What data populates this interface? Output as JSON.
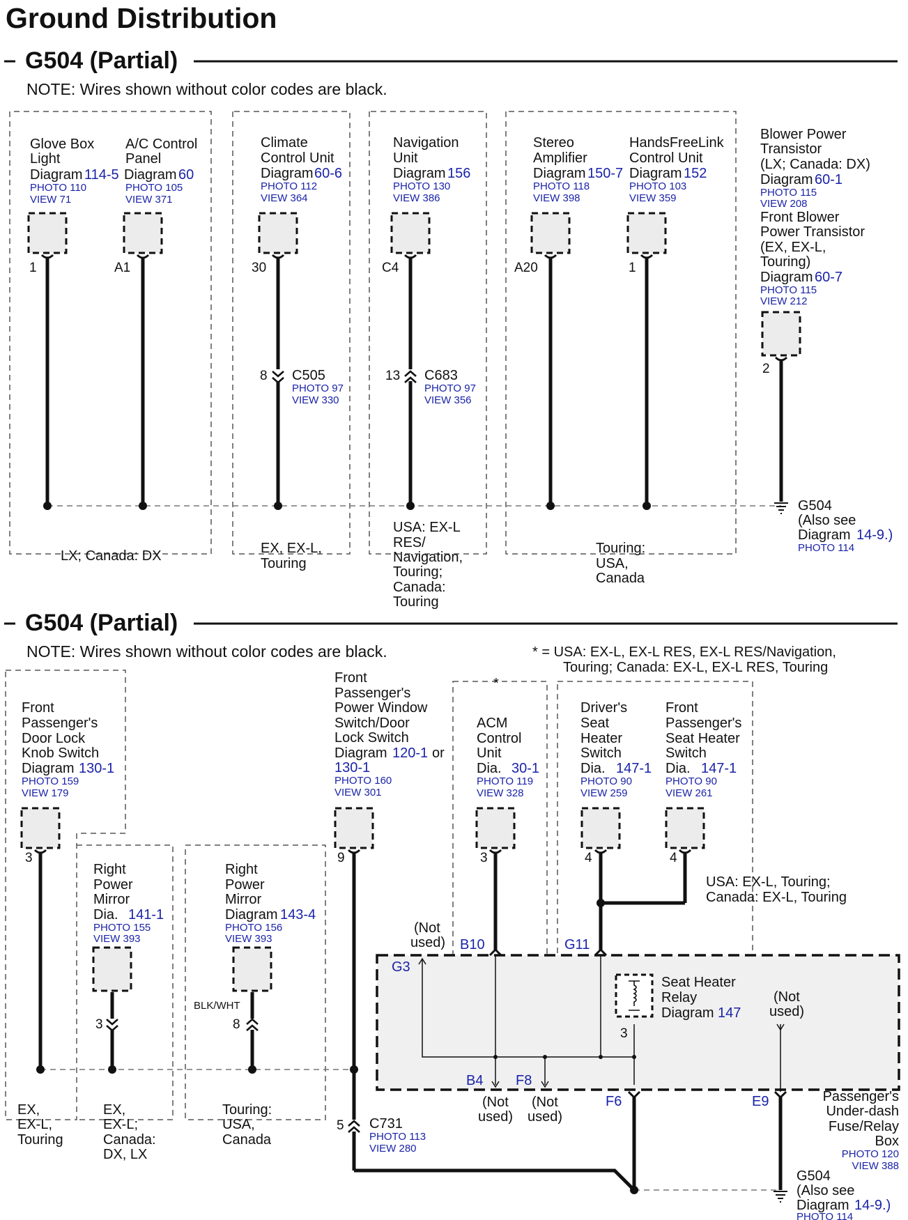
{
  "title": "Ground Distribution",
  "sections": [
    {
      "heading": "G504 (Partial)",
      "note": "NOTE: Wires shown without color codes are black."
    },
    {
      "heading": "G504 (Partial)",
      "note": "NOTE: Wires shown without color codes are black."
    }
  ],
  "components_top": [
    {
      "name": [
        "Glove Box",
        "Light"
      ],
      "diagram_label": "Diagram",
      "diagram": "114-5",
      "photo": "PHOTO 110",
      "view": "VIEW 71",
      "pin": "1"
    },
    {
      "name": [
        "A/C Control",
        "Panel"
      ],
      "diagram_label": "Diagram",
      "diagram": "60",
      "photo": "PHOTO 105",
      "view": "VIEW 371",
      "pin": "A1"
    },
    {
      "name": [
        "Climate",
        "Control Unit"
      ],
      "diagram_label": "Diagram",
      "diagram": "60-6",
      "photo": "PHOTO 112",
      "view": "VIEW 364",
      "pin": "30"
    },
    {
      "name": [
        "Navigation",
        "Unit"
      ],
      "diagram_label": "Diagram",
      "diagram": "156",
      "photo": "PHOTO 130",
      "view": "VIEW 386",
      "pin": "C4"
    },
    {
      "name": [
        "Stereo",
        "Amplifier"
      ],
      "diagram_label": "Diagram",
      "diagram": "150-7",
      "photo": "PHOTO 118",
      "view": "VIEW 398",
      "pin": "A20"
    },
    {
      "name": [
        "HandsFreeLink",
        "Control Unit"
      ],
      "diagram_label": "Diagram",
      "diagram": "152",
      "photo": "PHOTO 103",
      "view": "VIEW 359",
      "pin": "1"
    },
    {
      "name": [
        "Blower Power",
        "Transistor",
        "(LX; Canada: DX)"
      ],
      "diagram_label": "Diagram",
      "diagram": "60-1",
      "photo": "PHOTO 115",
      "view": "VIEW 208",
      "name2": [
        "Front Blower",
        "Power Transistor",
        "(EX, EX-L,",
        "Touring)"
      ],
      "diagram2": "60-7",
      "photo2": "PHOTO 115",
      "view2": "VIEW 212",
      "pin": "2"
    }
  ],
  "connectors_top": [
    {
      "id": "C505",
      "pin": "8",
      "photo": "PHOTO 97",
      "view": "VIEW 330"
    },
    {
      "id": "C683",
      "pin": "13",
      "photo": "PHOTO 97",
      "view": "VIEW 356"
    }
  ],
  "groups_top": [
    {
      "label": [
        "LX; Canada: DX"
      ]
    },
    {
      "label": [
        "EX, EX-L,",
        "Touring"
      ]
    },
    {
      "label": [
        "USA: EX-L",
        "RES/",
        "Navigation,",
        "Touring;",
        "Canada:",
        "Touring"
      ]
    },
    {
      "label": [
        "Touring:",
        "USA,",
        "Canada"
      ]
    }
  ],
  "ground_top": {
    "id": "G504",
    "note": [
      "(Also see",
      "Diagram"
    ],
    "diagram": "14-9.)",
    "photo": "PHOTO 114"
  },
  "asterisk_note": [
    "* = USA: EX-L, EX-L RES, EX-L RES/Navigation,",
    "Touring; Canada: EX-L, EX-L RES, Touring"
  ],
  "components_bottom": [
    {
      "name": [
        "Front",
        "Passenger's",
        "Door Lock",
        "Knob Switch"
      ],
      "diagram_label": "Diagram",
      "diagram": "130-1",
      "photo": "PHOTO 159",
      "view": "VIEW 179",
      "pin": "3"
    },
    {
      "name": [
        "Right",
        "Power",
        "Mirror"
      ],
      "diagram_label": "Dia.",
      "diagram": "141-1",
      "photo": "PHOTO 155",
      "view": "VIEW 393",
      "conn_pin": "3"
    },
    {
      "name": [
        "Right",
        "Power",
        "Mirror"
      ],
      "diagram_label": "Diagram",
      "diagram": "143-4",
      "photo": "PHOTO 156",
      "view": "VIEW 393",
      "wire_color": "BLK/WHT",
      "conn_pin": "8"
    },
    {
      "name": [
        "Front",
        "Passenger's",
        "Power Window",
        "Switch/Door",
        "Lock Switch"
      ],
      "diagram_label": "Diagram",
      "diagram": "120-1",
      "diagram_or": "or",
      "diagram_b": "130-1",
      "photo": "PHOTO 160",
      "view": "VIEW 301",
      "pin": "9"
    },
    {
      "name": [
        "ACM",
        "Control",
        "Unit"
      ],
      "diagram_label": "Dia.",
      "diagram": "30-1",
      "photo": "PHOTO 119",
      "view": "VIEW 328",
      "pin": "3",
      "asterisk": "*"
    },
    {
      "name": [
        "Driver's",
        "Seat",
        "Heater",
        "Switch"
      ],
      "diagram_label": "Dia.",
      "diagram": "147-1",
      "photo": "PHOTO 90",
      "view": "VIEW 259",
      "pin": "4"
    },
    {
      "name": [
        "Front",
        "Passenger's",
        "Seat Heater",
        "Switch"
      ],
      "diagram_label": "Dia.",
      "diagram": "147-1",
      "photo": "PHOTO 90",
      "view": "VIEW 261",
      "pin": "4"
    }
  ],
  "groups_bottom": [
    {
      "label": [
        "EX,",
        "EX-L,",
        "Touring"
      ]
    },
    {
      "label": [
        "EX,",
        "EX-L;",
        "Canada:",
        "DX, LX"
      ]
    },
    {
      "label": [
        "Touring:",
        "USA,",
        "Canada"
      ]
    },
    {
      "label": [
        "USA: EX-L, Touring;",
        "Canada: EX-L, Touring"
      ]
    }
  ],
  "connector_c731": {
    "id": "C731",
    "pin": "5",
    "photo": "PHOTO 113",
    "view": "VIEW 280"
  },
  "fuse_box": {
    "name": [
      "Passenger's",
      "Under-dash",
      "Fuse/Relay",
      "Box"
    ],
    "photo": "PHOTO 120",
    "view": "VIEW 388",
    "terminals": {
      "g3": "G3",
      "b10": "B10",
      "g11": "G11",
      "b4": "B4",
      "f8": "F8",
      "f6": "F6",
      "e9": "E9"
    },
    "not_used": [
      "(Not",
      "used)"
    ],
    "relay": {
      "name": [
        "Seat Heater",
        "Relay"
      ],
      "diagram_label": "Diagram",
      "diagram": "147",
      "pin": "3"
    }
  },
  "ground_bottom": {
    "id": "G504",
    "note": [
      "(Also see",
      "Diagram"
    ],
    "diagram": "14-9.)",
    "photo": "PHOTO 114"
  }
}
